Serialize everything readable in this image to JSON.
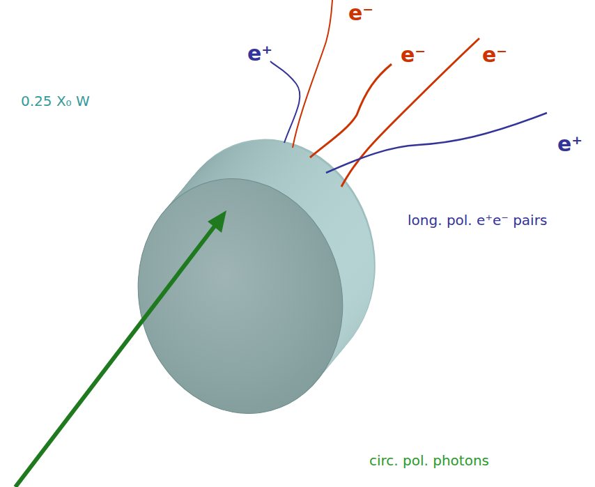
{
  "diagram": {
    "labels": [
      "e⁻",
      "e⁺",
      "e⁻",
      "e⁻",
      "0.25 X₀ W",
      "e⁺",
      "long. pol. e⁺e⁻ pairs",
      "circ. pol. photons"
    ]
  }
}
